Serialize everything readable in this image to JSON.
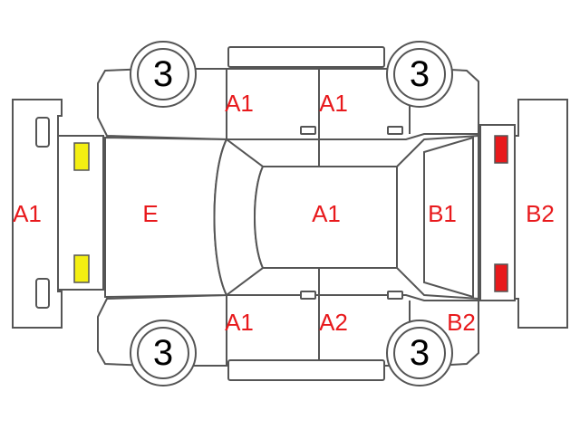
{
  "colors": {
    "outline": "#555555",
    "label": "#e8191c",
    "front_lamp": "#f4ef12",
    "rear_lamp": "#e8191c"
  },
  "wheels": {
    "top_left": "3",
    "top_right": "3",
    "bottom_left": "3",
    "bottom_right": "3"
  },
  "labels": {
    "front_bumper": "A1",
    "hood": "E",
    "roof": "A1",
    "rear_window": "B1",
    "rear_bumper": "B2",
    "left_front_door": "A1",
    "left_rear_door": "A1",
    "right_front_door": "A1",
    "right_rear_door": "A2",
    "right_rear_quarter": "B2"
  }
}
